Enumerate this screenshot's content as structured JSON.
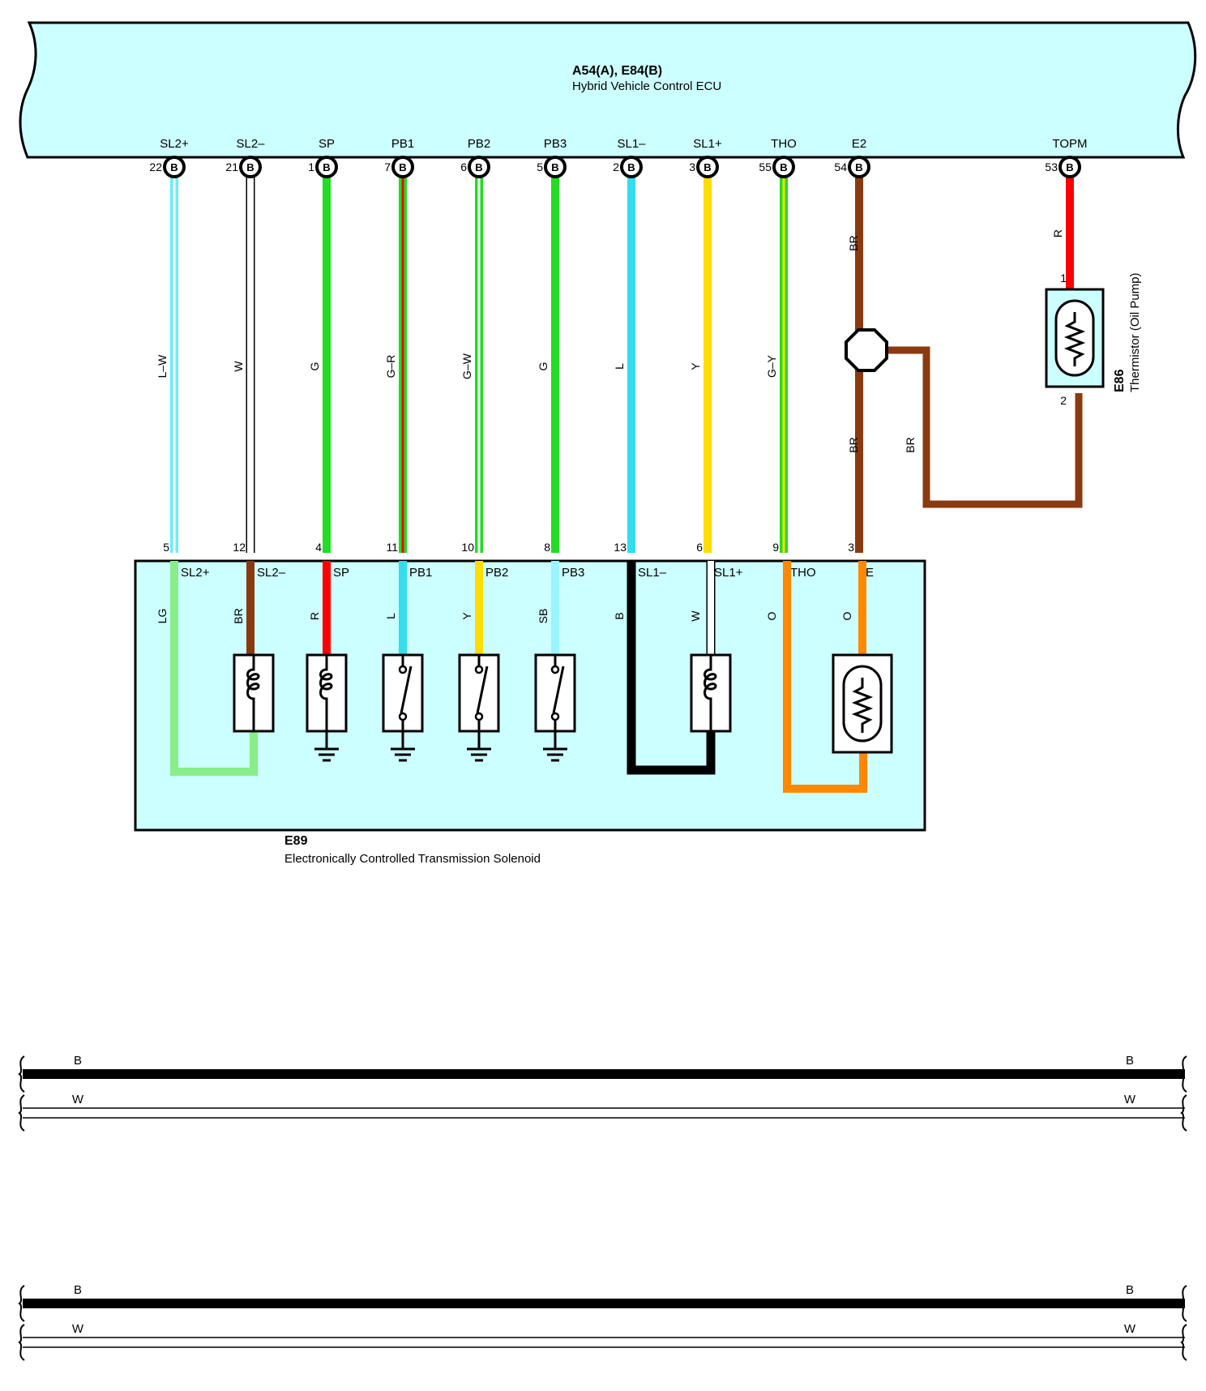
{
  "colors": {
    "background": "#ffffff",
    "panel": "#ccffff",
    "outline": "#000000",
    "L": "#33ddee",
    "LW": "#66eeff",
    "W": "#ffffff",
    "G": "#22dd22",
    "R": "#ff0000",
    "Y": "#ffdd00",
    "BR": "#8b3a0f",
    "O": "#ff8800",
    "LG": "#88ee88",
    "SB": "#99f5ff",
    "B": "#000000"
  },
  "ecu": {
    "code": "A54(A), E84(B)",
    "name": "Hybrid Vehicle Control ECU"
  },
  "ecu_pins": [
    {
      "label": "SL2+",
      "num": "22",
      "connector": "B",
      "wire": "L–W",
      "colors": [
        "LW",
        "W"
      ]
    },
    {
      "label": "SL2–",
      "num": "21",
      "connector": "B",
      "wire": "W",
      "colors": [
        "W"
      ]
    },
    {
      "label": "SP",
      "num": "1",
      "connector": "B",
      "wire": "G",
      "colors": [
        "G"
      ]
    },
    {
      "label": "PB1",
      "num": "7",
      "connector": "B",
      "wire": "G–R",
      "colors": [
        "G",
        "R"
      ]
    },
    {
      "label": "PB2",
      "num": "6",
      "connector": "B",
      "wire": "G–W",
      "colors": [
        "G",
        "W"
      ]
    },
    {
      "label": "PB3",
      "num": "5",
      "connector": "B",
      "wire": "G",
      "colors": [
        "G"
      ]
    },
    {
      "label": "SL1–",
      "num": "2",
      "connector": "B",
      "wire": "L",
      "colors": [
        "L"
      ]
    },
    {
      "label": "SL1+",
      "num": "3",
      "connector": "B",
      "wire": "Y",
      "colors": [
        "Y"
      ]
    },
    {
      "label": "THO",
      "num": "55",
      "connector": "B",
      "wire": "G–Y",
      "colors": [
        "G",
        "Y"
      ]
    },
    {
      "label": "E2",
      "num": "54",
      "connector": "B",
      "wire": "BR",
      "colors": [
        "BR"
      ]
    },
    {
      "label": "TOPM",
      "num": "53",
      "connector": "B",
      "wire": "R",
      "colors": [
        "R"
      ]
    }
  ],
  "e2_branch": {
    "upper_wire": "BR",
    "lower_wire": "BR",
    "side_wire": "BR"
  },
  "thermistor": {
    "code": "E86",
    "name": "Thermistor (Oil Pump)",
    "pin_top": "1",
    "pin_bottom": "2"
  },
  "solenoid": {
    "code": "E89",
    "name": "Electronically Controlled Transmission Solenoid",
    "pins": [
      {
        "label": "SL2+",
        "num": "5",
        "wire": "LG",
        "color": "LG"
      },
      {
        "label": "SL2–",
        "num": "12",
        "wire": "BR",
        "color": "BR"
      },
      {
        "label": "SP",
        "num": "4",
        "wire": "R",
        "color": "R"
      },
      {
        "label": "PB1",
        "num": "11",
        "wire": "L",
        "color": "L"
      },
      {
        "label": "PB2",
        "num": "10",
        "wire": "Y",
        "color": "Y"
      },
      {
        "label": "PB3",
        "num": "8",
        "wire": "SB",
        "color": "SB"
      },
      {
        "label": "SL1–",
        "num": "13",
        "wire": "B",
        "color": "B"
      },
      {
        "label": "SL1+",
        "num": "6",
        "wire": "W",
        "color": "W"
      },
      {
        "label": "THO",
        "num": "9",
        "wire": "O",
        "color": "O"
      },
      {
        "label": "E",
        "num": "3",
        "wire": "O",
        "color": "O"
      }
    ]
  },
  "bus_groups": [
    {
      "lines": [
        {
          "code": "B",
          "color": "B"
        },
        {
          "code": "W",
          "color": "W"
        }
      ]
    },
    {
      "lines": [
        {
          "code": "B",
          "color": "B"
        },
        {
          "code": "W",
          "color": "W"
        }
      ]
    }
  ]
}
